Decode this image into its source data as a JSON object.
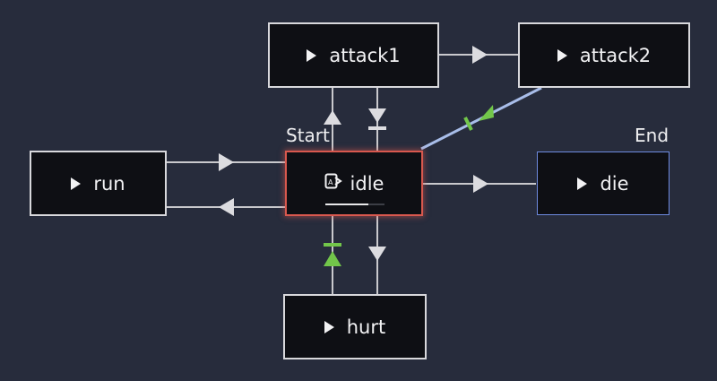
{
  "graph": {
    "nodes": {
      "attack1": "attack1",
      "attack2": "attack2",
      "run": "run",
      "idle": "idle",
      "die": "die",
      "hurt": "hurt"
    },
    "markers": {
      "start": "Start",
      "end": "End"
    },
    "idle_progress": 0.72
  },
  "colors": {
    "background": "#272c3c",
    "node_fill": "#0e0f14",
    "node_border": "#d8d8dc",
    "start_border": "#d8584e",
    "end_border": "#6e8ae0",
    "active_link": "#9fb6e6",
    "auto_advance": "#72c64a",
    "link": "#c8c8cc"
  }
}
